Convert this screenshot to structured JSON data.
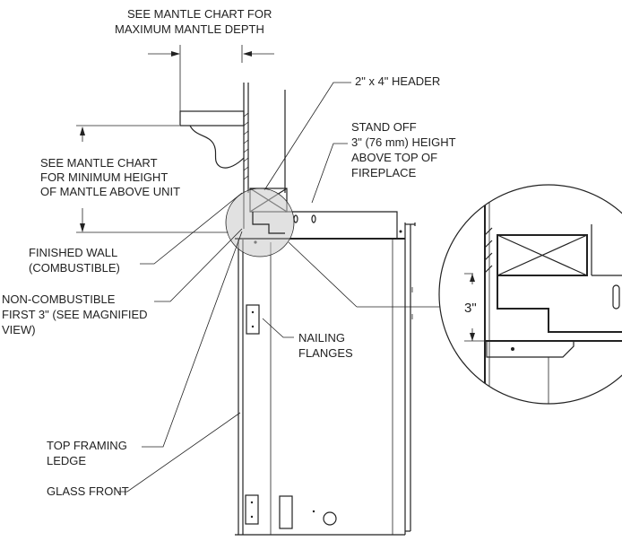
{
  "labels": {
    "mantle_depth_line1": "SEE MANTLE CHART FOR",
    "mantle_depth_line2": "MAXIMUM MANTLE DEPTH",
    "header": "2\" x 4\" HEADER",
    "standoff_line1": "STAND OFF",
    "standoff_line2": "3\" (76 mm) HEIGHT",
    "standoff_line3": "ABOVE TOP OF",
    "standoff_line4": "FIREPLACE",
    "mantle_height_line1": "SEE MANTLE CHART",
    "mantle_height_line2": "FOR MINIMUM HEIGHT",
    "mantle_height_line3": "OF MANTLE ABOVE UNIT",
    "finished_wall_line1": "FINISHED WALL",
    "finished_wall_line2": "(COMBUSTIBLE)",
    "noncomb_line1": "NON-COMBUSTIBLE",
    "noncomb_line2": "FIRST 3\" (SEE MAGNIFIED",
    "noncomb_line3": "VIEW)",
    "nailing_line1": "NAILING",
    "nailing_line2": "FLANGES",
    "framing_line1": "TOP FRAMING",
    "framing_line2": "LEDGE",
    "glass_front": "GLASS FRONT",
    "magnified_dimension": "3\""
  },
  "icons": {
    "header_symbol": "crossed-box-icon",
    "dimension_arrow": "dimension-arrow-icon"
  }
}
